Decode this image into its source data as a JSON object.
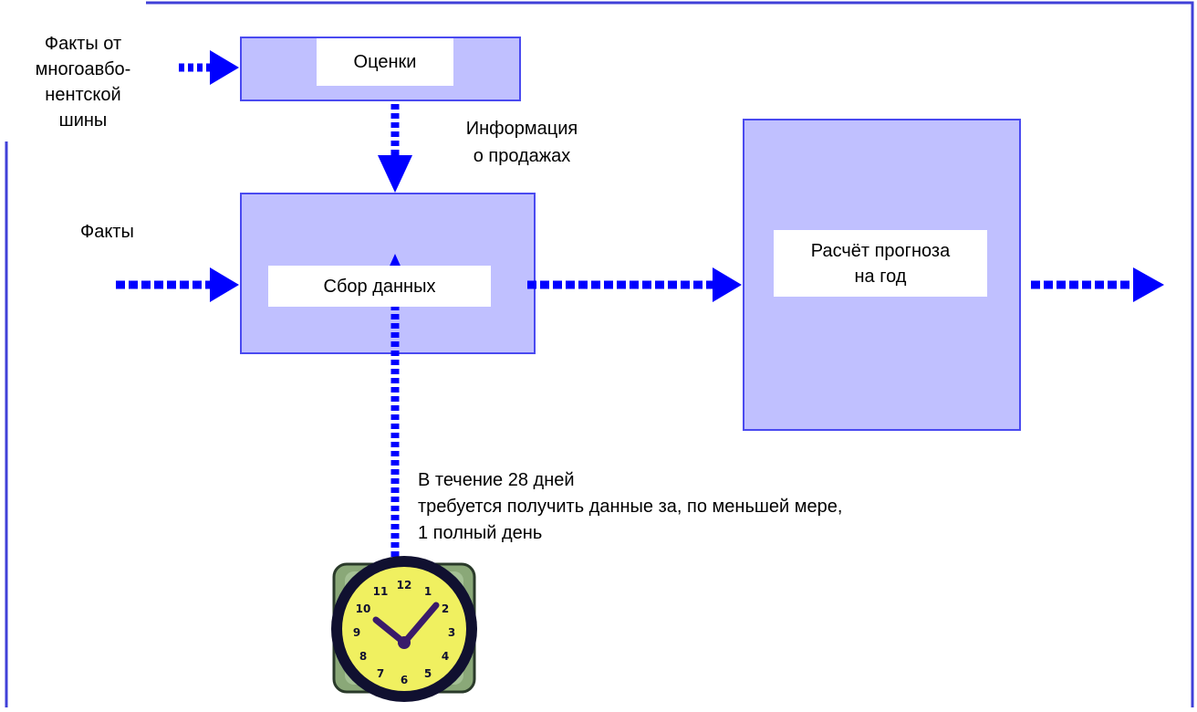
{
  "colors": {
    "frame": "#4040d8",
    "box_fill": "#c0c0ff",
    "box_border": "#4a4af0",
    "arrow": "#0000ff",
    "clock_face": "#f0f060",
    "clock_rim": "#101030",
    "clock_base": "#8aa878",
    "clock_hand": "#3a1a6a"
  },
  "labels": {
    "facts_bus": "Факты от\nмногоавбо-\nнентской\nшины",
    "facts": "Факты",
    "estimates": "Оценки",
    "sales_info": "Информация\nо продажах",
    "data_collection": "Сбор данных",
    "forecast": "Расчёт прогноза\nна год",
    "note": "В течение 28 дней\nтребуется получить данные за, по меньшей мере,\n1 полный день"
  },
  "clock": {
    "numbers": [
      "12",
      "1",
      "2",
      "3",
      "4",
      "5",
      "6",
      "7",
      "8",
      "9",
      "10",
      "11"
    ],
    "icon": "clock-icon"
  }
}
